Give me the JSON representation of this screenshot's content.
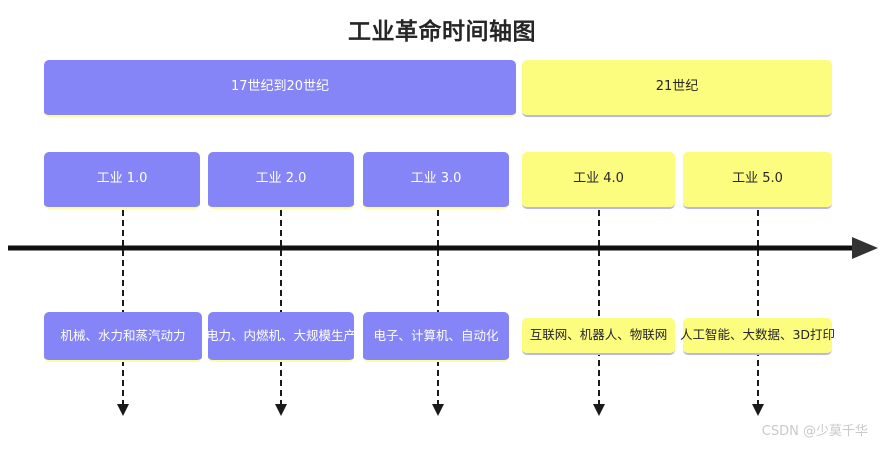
{
  "title": "工业革命时间轴图",
  "eras": [
    {
      "label": "17世纪到20世纪",
      "color": "#8585f7",
      "text_color": "#ffffff"
    },
    {
      "label": "21世纪",
      "color": "#fcfc7f",
      "text_color": "#262626"
    }
  ],
  "stages": [
    {
      "label": "工业 1.0",
      "color": "#8585f7"
    },
    {
      "label": "工业 2.0",
      "color": "#8585f7"
    },
    {
      "label": "工业 3.0",
      "color": "#8585f7"
    },
    {
      "label": "工业 4.0",
      "color": "#fcfc7f"
    },
    {
      "label": "工业 5.0",
      "color": "#fcfc7f"
    }
  ],
  "descriptions": [
    {
      "label": "机械、水力和蒸汽动力",
      "color": "#8585f7"
    },
    {
      "label": "电力、内燃机、大规模生产",
      "color": "#8585f7"
    },
    {
      "label": "电子、计算机、自动化",
      "color": "#8585f7"
    },
    {
      "label": "互联网、机器人、物联网",
      "color": "#fcfc7f"
    },
    {
      "label": "人工智能、大数据、3D打印",
      "color": "#fcfc7f"
    }
  ],
  "axis": {
    "name": "timeline-arrow",
    "direction": "right",
    "color": "#111111"
  },
  "watermark": "CSDN @少莫千华"
}
